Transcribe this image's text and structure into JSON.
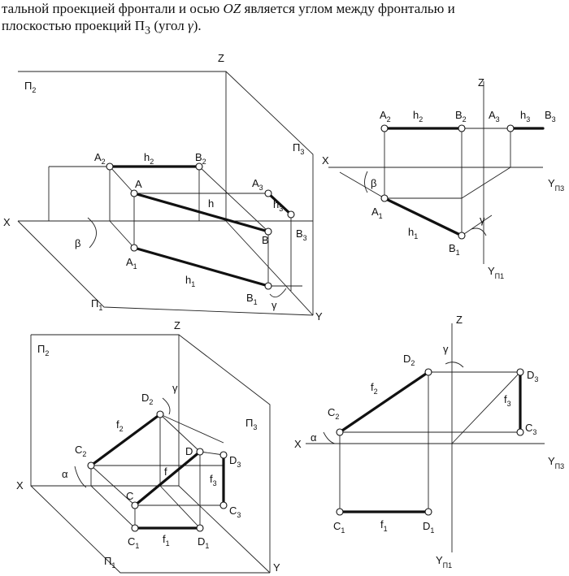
{
  "caption": {
    "line1_a": "тальной проекцией фронтали и осью ",
    "line1_axis": "OZ",
    "line1_b": " является углом между фронталью и",
    "line2_a": "плоскостью проекций П",
    "line2_sub": "3",
    "line2_b": " (угол ",
    "line2_gamma": "γ",
    "line2_c": ")."
  },
  "labels": {
    "Z": "Z",
    "X": "X",
    "Y": "Y",
    "Pi": "П",
    "sub2": "2",
    "sub3": "3",
    "sub1": "1",
    "A": "A",
    "B": "B",
    "C": "C",
    "D": "D",
    "h": "h",
    "f": "f",
    "alpha": "α",
    "beta": "β",
    "gamma": "γ",
    "Yp": "Y",
    "psub3": "П3",
    "psub1": "П1"
  }
}
